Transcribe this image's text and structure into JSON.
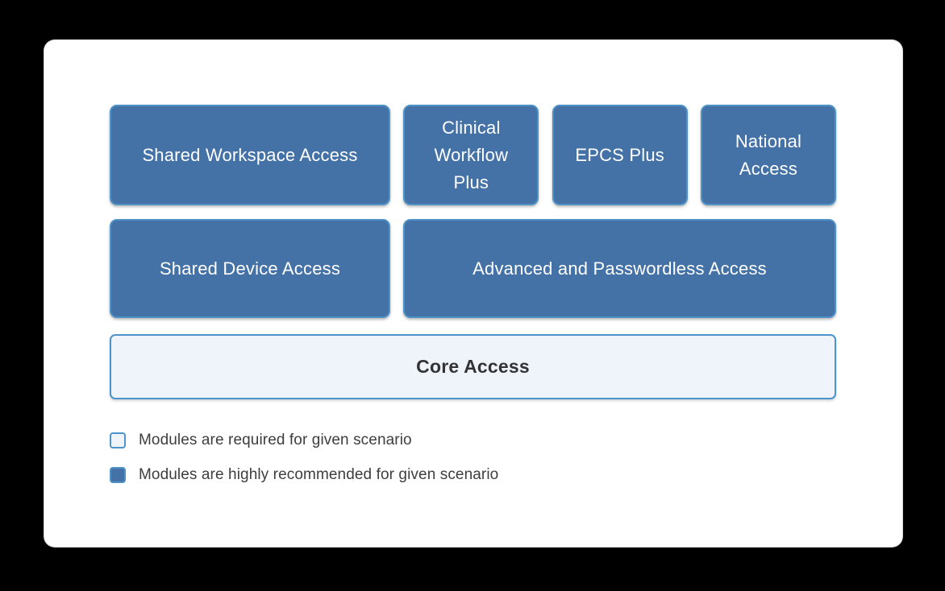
{
  "diagram": {
    "rows": [
      {
        "boxes": [
          {
            "label": "Shared Workspace Access",
            "style": "recommended"
          },
          {
            "label": "Clinical Workflow Plus",
            "style": "recommended"
          },
          {
            "label": "EPCS Plus",
            "style": "recommended"
          },
          {
            "label": "National Access",
            "style": "recommended"
          }
        ]
      },
      {
        "boxes": [
          {
            "label": "Shared Device Access",
            "style": "recommended"
          },
          {
            "label": "Advanced and Passwordless Access",
            "style": "recommended"
          }
        ]
      }
    ],
    "core": {
      "label": "Core Access",
      "style": "required"
    }
  },
  "legend": {
    "items": [
      {
        "swatch": "required",
        "label": "Modules are required for given scenario"
      },
      {
        "swatch": "recommended",
        "label": "Modules are highly recommended for given scenario"
      }
    ]
  },
  "colors": {
    "recommended_fill": "#4472A7",
    "recommended_border": "#4E92C8",
    "required_fill": "#EFF4FB",
    "required_border": "#4D94CC",
    "module_text": "#FFFFFF",
    "core_text": "#333336",
    "legend_text": "#3E3E41",
    "card_background": "#FFFFFF",
    "page_background": "#000000"
  }
}
